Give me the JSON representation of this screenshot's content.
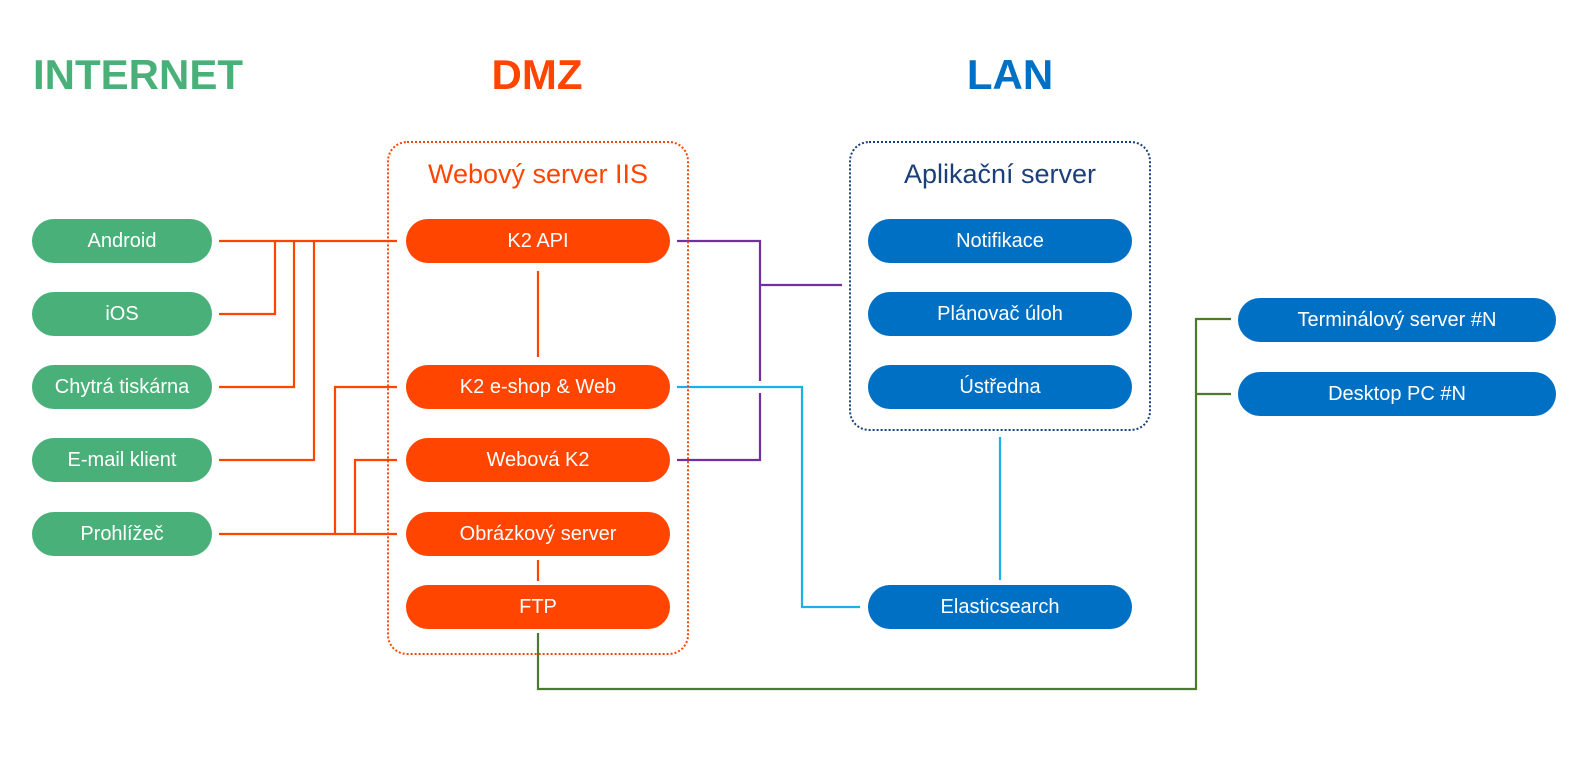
{
  "colors": {
    "internet": "#4ab07a",
    "dmz": "#ff4500",
    "lan": "#0070c4",
    "lan_title": "#1a3f7a",
    "wire_orange": "#ff4500",
    "wire_purple": "#7030a0",
    "wire_cyan": "#1ab0e8",
    "wire_green": "#4b7a2a"
  },
  "zones": {
    "internet": "INTERNET",
    "dmz": "DMZ",
    "lan": "LAN"
  },
  "groups": {
    "web_server": "Webový server IIS",
    "app_server": "Aplikační server"
  },
  "internet_nodes": {
    "android": "Android",
    "ios": "iOS",
    "printer": "Chytrá tiskárna",
    "email": "E-mail klient",
    "browser": "Prohlížeč"
  },
  "dmz_nodes": {
    "k2_api": "K2 API",
    "eshop": "K2 e-shop & Web",
    "webova": "Webová K2",
    "image_server": "Obrázkový server",
    "ftp": "FTP"
  },
  "lan_nodes": {
    "notifikace": "Notifikace",
    "planovac": "Plánovač úloh",
    "ustredna": "Ústředna",
    "elastic": "Elasticsearch",
    "terminal": "Terminálový server #N",
    "desktop": "Desktop PC #N"
  }
}
